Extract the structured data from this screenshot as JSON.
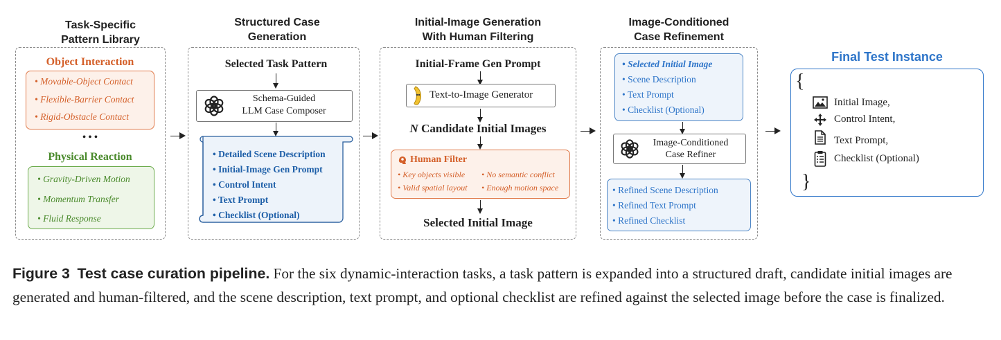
{
  "headers": {
    "col1": [
      "Task-Specific",
      "Pattern Library"
    ],
    "col2": [
      "Structured Case",
      "Generation"
    ],
    "col3": [
      "Initial-Image Generation",
      "With Human Filtering"
    ],
    "col4": [
      "Image-Conditioned",
      "Case Refinement"
    ]
  },
  "col1": {
    "object_interaction_title": "Object Interaction",
    "object_items": [
      "• Movable-Object Contact",
      "• Flexible-Barrier Contact",
      "• Rigid-Obstacle Contact"
    ],
    "ellipsis": "• • •",
    "physical_reaction_title": "Physical Reaction",
    "physical_items": [
      "• Gravity-Driven Motion",
      "• Momentum Transfer",
      "• Fluid Response"
    ]
  },
  "col2": {
    "selected_task_pattern": "Selected Task Pattern",
    "composer": [
      "Schema-Guided",
      "LLM Case Composer"
    ],
    "draft_items": [
      "• Detailed Scene Description",
      "• Initial-Image Gen Prompt",
      "• Control Intent",
      "• Text Prompt",
      "• Checklist  (Optional)"
    ]
  },
  "col3": {
    "gen_prompt": "Initial-Frame Gen Prompt",
    "generator": "Text-to-Image Generator",
    "candidates_n": "N",
    "candidates": " Candidate Initial Images",
    "human_filter": "Human Filter",
    "criteria": [
      "• Key objects visible",
      "• No semantic conflict",
      "• Valid spatial layout",
      "• Enough motion space"
    ],
    "selected": "Selected Initial Image"
  },
  "col4": {
    "inputs": [
      "• Selected Initial Image",
      "• Scene Description",
      "• Text Prompt",
      "• Checklist  (Optional)"
    ],
    "refiner": [
      "Image-Conditioned",
      "Case Refiner"
    ],
    "outputs": [
      "• Refined Scene Description",
      "• Refined Text Prompt",
      "• Refined Checklist"
    ]
  },
  "final": {
    "title": "Final Test Instance",
    "open_brace": "{",
    "close_brace": "}",
    "items": [
      "Initial Image,",
      "Control Intent,",
      "Text Prompt,",
      "Checklist  (Optional)"
    ],
    "icons": [
      "image-icon",
      "move-arrows-icon",
      "document-icon",
      "clipboard-icon"
    ]
  },
  "caption": {
    "label": "Figure 3",
    "title": "Test case curation pipeline.",
    "text": " For the six dynamic-interaction tasks, a task pattern is expanded into a structured draft, candidate initial images are generated and human-filtered, and the scene description, text prompt, and optional checklist are refined against the selected image before the case is finalized."
  },
  "colors": {
    "orange": "#d4602a",
    "green": "#4a8a2c",
    "blue": "#1e5fa8",
    "final_blue": "#2e75c9"
  }
}
